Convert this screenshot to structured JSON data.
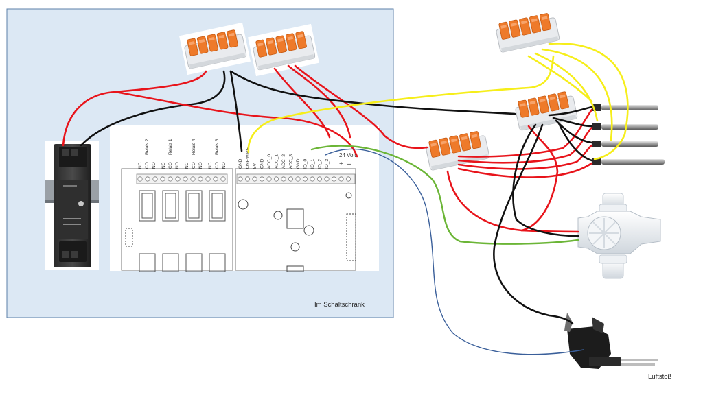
{
  "labels": {
    "cabinet": "Im Schaltschrank",
    "air_pulse": "Luftstoß",
    "voltage": "24 Volt",
    "plus": "+",
    "minus": "–"
  },
  "relay_groups": [
    {
      "name": "Relais 2",
      "pins": [
        "NC",
        "CO",
        "NO"
      ]
    },
    {
      "name": "Relais 1",
      "pins": [
        "NC",
        "CO",
        "NO"
      ]
    },
    {
      "name": "Relais 4",
      "pins": [
        "NC",
        "CO",
        "NO"
      ]
    },
    {
      "name": "Relais 3",
      "pins": [
        "NC",
        "CO",
        "NO"
      ]
    }
  ],
  "io_pins": [
    "GND",
    "ONEWIRE",
    "5V",
    "GND",
    "ADC_0",
    "ADC_1",
    "ADC_2",
    "ADC_3",
    "GND",
    "IO_0",
    "IO_1",
    "IO_2",
    "IO_3"
  ],
  "colors": {
    "cabinet_fill": "#dce8f4",
    "cabinet_border": "#5b7fa8",
    "wire_red": "#e8141b",
    "wire_black": "#111111",
    "wire_yellow": "#f6ee1a",
    "wire_green": "#6bb536",
    "wire_blue": "#3a5f9a",
    "connector_orange": "#ee7a2a"
  }
}
